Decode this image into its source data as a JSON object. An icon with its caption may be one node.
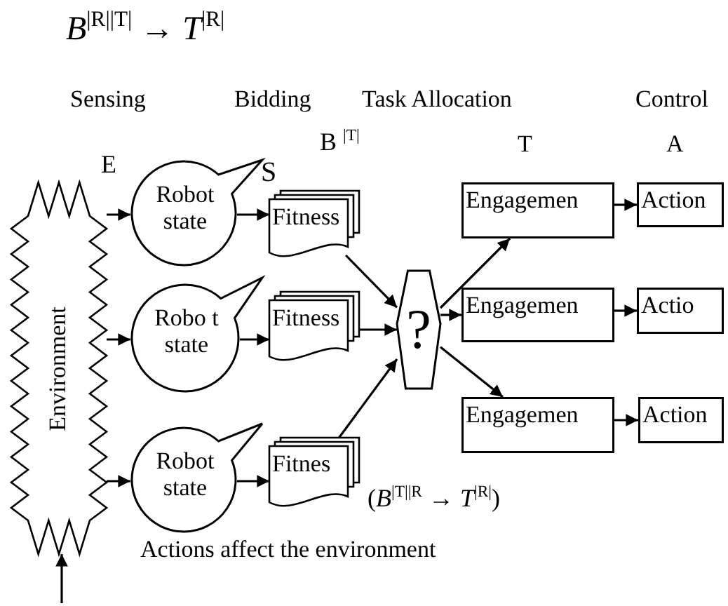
{
  "diagram": {
    "nodes": [
      {
        "text": [
          "Environment"
        ]
      },
      {
        "text": [
          "Robot state"
        ]
      },
      {
        "text": [
          "Robo t state"
        ]
      },
      {
        "text": [
          "Robot state"
        ]
      },
      {
        "text": [
          "Fitness"
        ]
      },
      {
        "text": [
          "Fitness"
        ]
      },
      {
        "text": [
          "Fitnes"
        ]
      },
      {
        "text": [
          "?"
        ]
      },
      {
        "text": [
          "Engagemen"
        ]
      },
      {
        "text": [
          "Engagemen"
        ]
      },
      {
        "text": [
          "Engagemen"
        ]
      },
      {
        "text": [
          "Action"
        ]
      },
      {
        "text": [
          "Actio"
        ]
      },
      {
        "text": [
          "Action"
        ]
      }
    ],
    "edges": [
      {
        "from": 0,
        "to": 1,
        "arrow": "to"
      },
      {
        "from": 0,
        "to": 2,
        "arrow": "to"
      },
      {
        "from": 0,
        "to": 3,
        "arrow": "to"
      },
      {
        "from": 1,
        "to": 4,
        "arrow": "to"
      },
      {
        "from": 2,
        "to": 5,
        "arrow": "to"
      },
      {
        "from": 3,
        "to": 6,
        "arrow": "to"
      },
      {
        "from": 4,
        "to": 7,
        "arrow": "to"
      },
      {
        "from": 5,
        "to": 7,
        "arrow": "to"
      },
      {
        "from": 6,
        "to": 7,
        "arrow": "to"
      },
      {
        "from": 7,
        "to": 8,
        "arrow": "to"
      },
      {
        "from": 7,
        "to": 9,
        "arrow": "to"
      },
      {
        "from": 7,
        "to": 10,
        "arrow": "to"
      },
      {
        "from": 8,
        "to": 11,
        "arrow": "to"
      },
      {
        "from": 9,
        "to": 12,
        "arrow": "to"
      },
      {
        "from": 10,
        "to": 13,
        "arrow": "to"
      },
      {
        "from": null,
        "to": 0,
        "arrow": "to"
      }
    ],
    "labels": [
      "*B*$^{|R||T|}$ → *T*$^{|R|}$",
      "Sensing",
      "Bidding",
      "Task Allocation",
      "Control",
      "E",
      "S",
      "B $^{|T|}$",
      "T",
      "A",
      "(*B*$^{|T||R}$ → *T*$^{|R|}$)",
      "Actions affect the environment"
    ]
  }
}
